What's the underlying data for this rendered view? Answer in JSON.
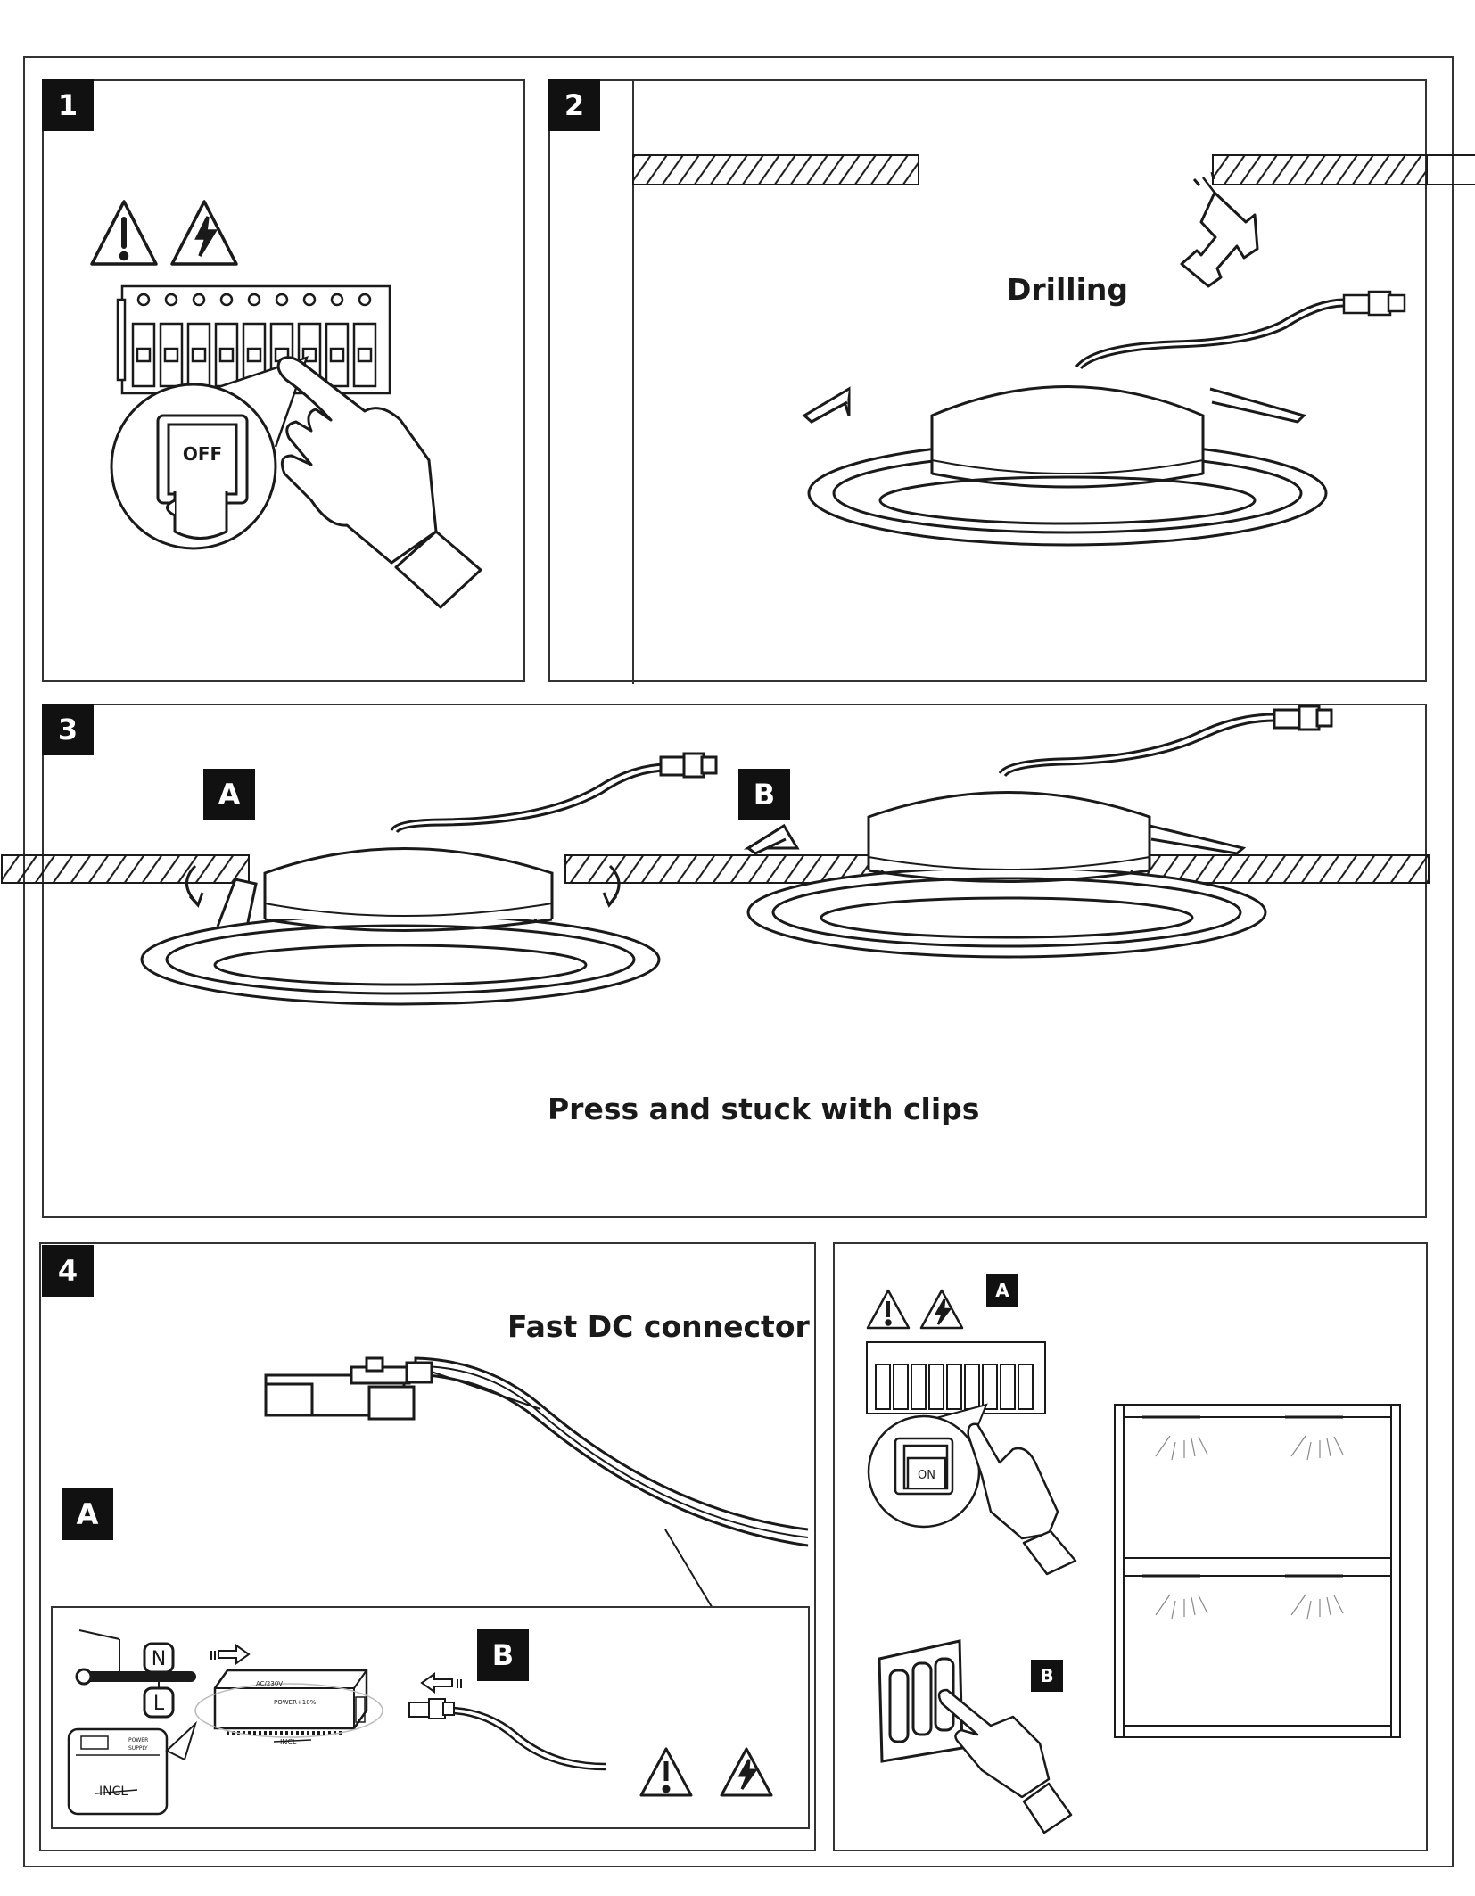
{
  "steps": [
    {
      "badge": "1"
    },
    {
      "badge": "2",
      "caption": "Drilling"
    },
    {
      "badge": "3",
      "caption": "Press and stuck with clips",
      "variant_a": "A",
      "variant_b": "B"
    },
    {
      "badge": "4",
      "caption": "Fast DC connector",
      "variant_a": "A",
      "variant_b": "B"
    },
    {
      "variant_a": "A",
      "variant_b": "B"
    }
  ],
  "breaker_switch_off": "OFF",
  "breaker_switch_on": "ON",
  "wiring": {
    "terminal_n": "N",
    "terminal_l": "L",
    "driver_voltage": "AC/230V",
    "driver_power": "POWER+10%",
    "driver_note": "INCL",
    "tag_line1": "POWER",
    "tag_line2": "SUPPLY",
    "tag_note": "INCL"
  },
  "icons": [
    "warning-icon",
    "electric-hazard-icon",
    "drill-icon",
    "circuit-breaker-icon",
    "hand-icon",
    "wall-switch-icon",
    "cabinet-icon"
  ]
}
